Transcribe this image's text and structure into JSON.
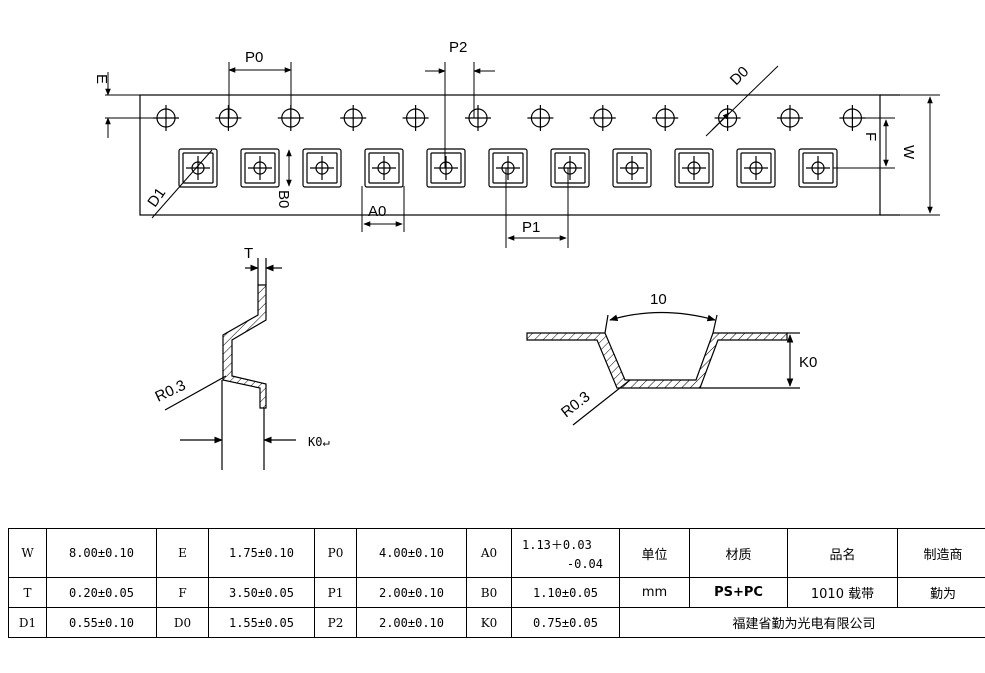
{
  "drawing": {
    "labels": {
      "p0": "P0",
      "p2": "P2",
      "e": "E",
      "d0": "D0",
      "f": "F",
      "w": "W",
      "d1": "D1",
      "b0": "B0",
      "a0": "A0",
      "p1": "P1",
      "t": "T",
      "r03_left": "R0.3",
      "k0_left": "K0↵",
      "angle": "10",
      "k0_right": "K0",
      "r03_right": "R0.3"
    }
  },
  "table": {
    "row1": {
      "w_label": "W",
      "w_val": "8.00±0.10",
      "e_label": "E",
      "e_val": "1.75±0.10",
      "p0_label": "P0",
      "p0_val": "4.00±0.10",
      "a0_label": "A0",
      "a0_val_1": "1.13＋0.03",
      "a0_val_2": "-0.04",
      "unit_header": "单位",
      "material_header": "材质",
      "product_header": "品名",
      "maker_header": "制造商"
    },
    "row2": {
      "t_label": "T",
      "t_val": "0.20±0.05",
      "f_label": "F",
      "f_val": "3.50±0.05",
      "p1_label": "P1",
      "p1_val": "2.00±0.10",
      "b0_label": "B0",
      "b0_val": "1.10±0.05",
      "unit": "mm",
      "material": "PS+PC",
      "product": "1010 载带",
      "maker": "勤为"
    },
    "row3": {
      "d1_label": "D1",
      "d1_val": "0.55±0.10",
      "d0_label": "D0",
      "d0_val": "1.55±0.05",
      "p2_label": "P2",
      "p2_val": "2.00±0.10",
      "k0_label": "K0",
      "k0_val": "0.75±0.05",
      "company": "福建省勤为光电有限公司"
    }
  }
}
